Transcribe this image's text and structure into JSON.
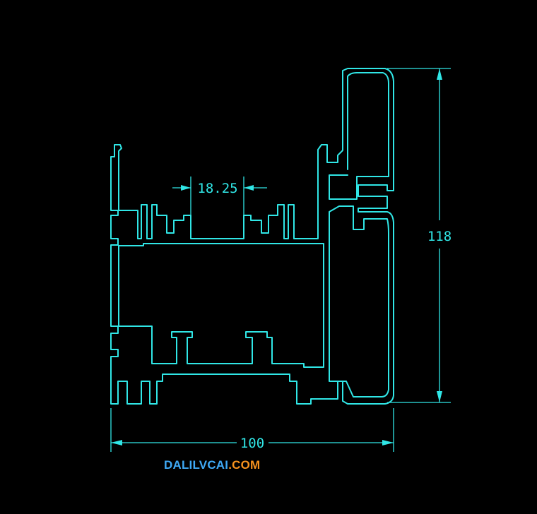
{
  "dimensions": {
    "top_gap": "18.25",
    "height": "118",
    "width": "100"
  },
  "watermark": {
    "brand": "DALILVCAI",
    "suffix": ".COM"
  },
  "colors": {
    "background": "#000000",
    "lines": "#30E6E6",
    "watermark_brand": "#3fa9f5",
    "watermark_suffix": "#f7931e"
  }
}
